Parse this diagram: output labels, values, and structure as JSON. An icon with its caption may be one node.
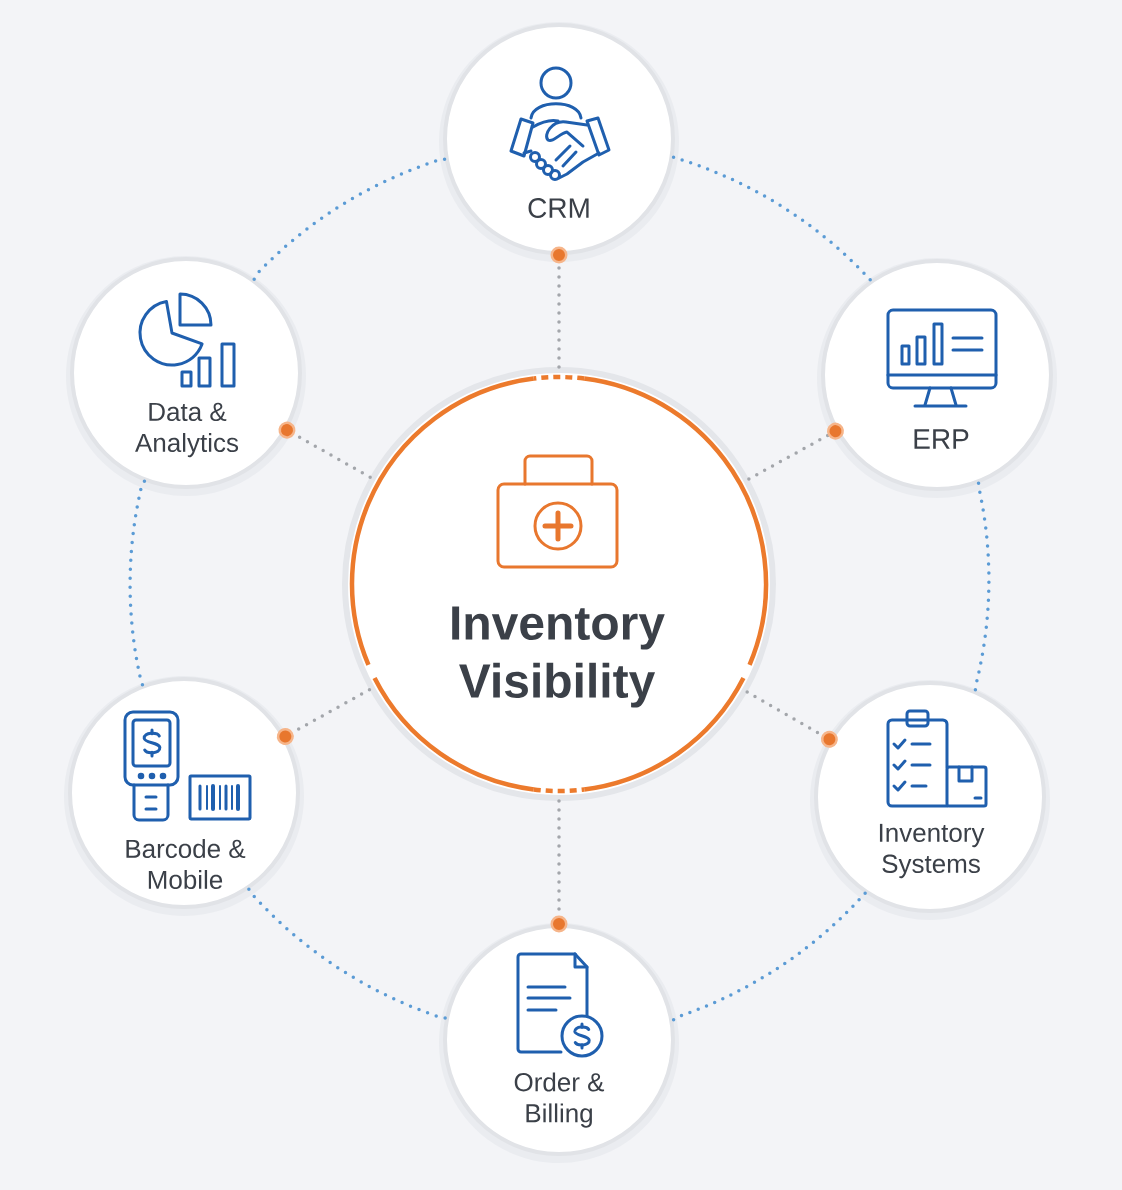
{
  "diagram": {
    "nodes": [
      {
        "text": [
          "Inventory Visibility"
        ]
      },
      {
        "text": [
          "CRM"
        ]
      },
      {
        "text": [
          "ERP"
        ]
      },
      {
        "text": [
          "Inventory Systems"
        ]
      },
      {
        "text": [
          "Order & Billing"
        ]
      },
      {
        "text": [
          "Barcode & Mobile"
        ]
      },
      {
        "text": [
          "Data & Analytics"
        ]
      }
    ],
    "edges": [
      {
        "from": 0,
        "to": 1,
        "arrow": "other"
      },
      {
        "from": 0,
        "to": 2,
        "arrow": "other"
      },
      {
        "from": 0,
        "to": 3,
        "arrow": "other"
      },
      {
        "from": 0,
        "to": 4,
        "arrow": "other"
      },
      {
        "from": 0,
        "to": 5,
        "arrow": "other"
      },
      {
        "from": 0,
        "to": 6,
        "arrow": "other"
      },
      {
        "from": 1,
        "to": 2,
        "arrow": "none",
        "color": "#5b9bd5"
      },
      {
        "from": 2,
        "to": 3,
        "arrow": "none",
        "color": "#5b9bd5"
      },
      {
        "from": 3,
        "to": 4,
        "arrow": "none",
        "color": "#5b9bd5"
      },
      {
        "from": 4,
        "to": 5,
        "arrow": "none",
        "color": "#5b9bd5"
      },
      {
        "from": 5,
        "to": 6,
        "arrow": "none",
        "color": "#5b9bd5"
      },
      {
        "from": 6,
        "to": 1,
        "arrow": "none",
        "color": "#5b9bd5"
      }
    ]
  }
}
